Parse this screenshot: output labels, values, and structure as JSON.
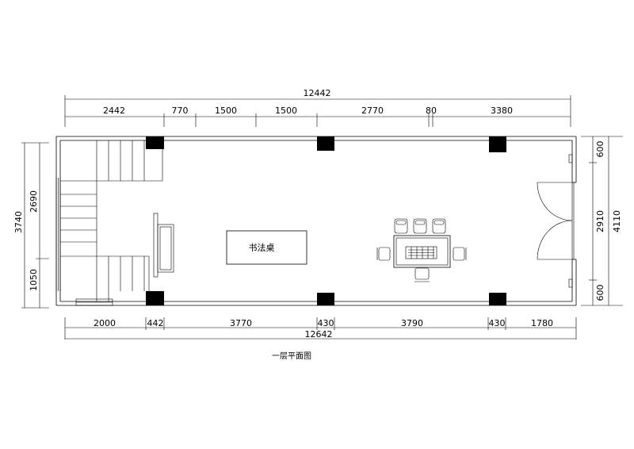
{
  "drawing": {
    "title": "一层平面图",
    "desk_label": "书法桌"
  },
  "dimensions": {
    "top_total": "12442",
    "top_segments": [
      "2442",
      "770",
      "1500",
      "1500",
      "2770",
      "80",
      "3380"
    ],
    "bottom_total": "12642",
    "bottom_segments": [
      "2000",
      "442",
      "3770",
      "430",
      "3790",
      "430",
      "1780"
    ],
    "left_total": "3740",
    "left_segments": [
      "2690",
      "1050"
    ],
    "right_total": "4110",
    "right_segments": [
      "600",
      "2910",
      "600"
    ]
  }
}
